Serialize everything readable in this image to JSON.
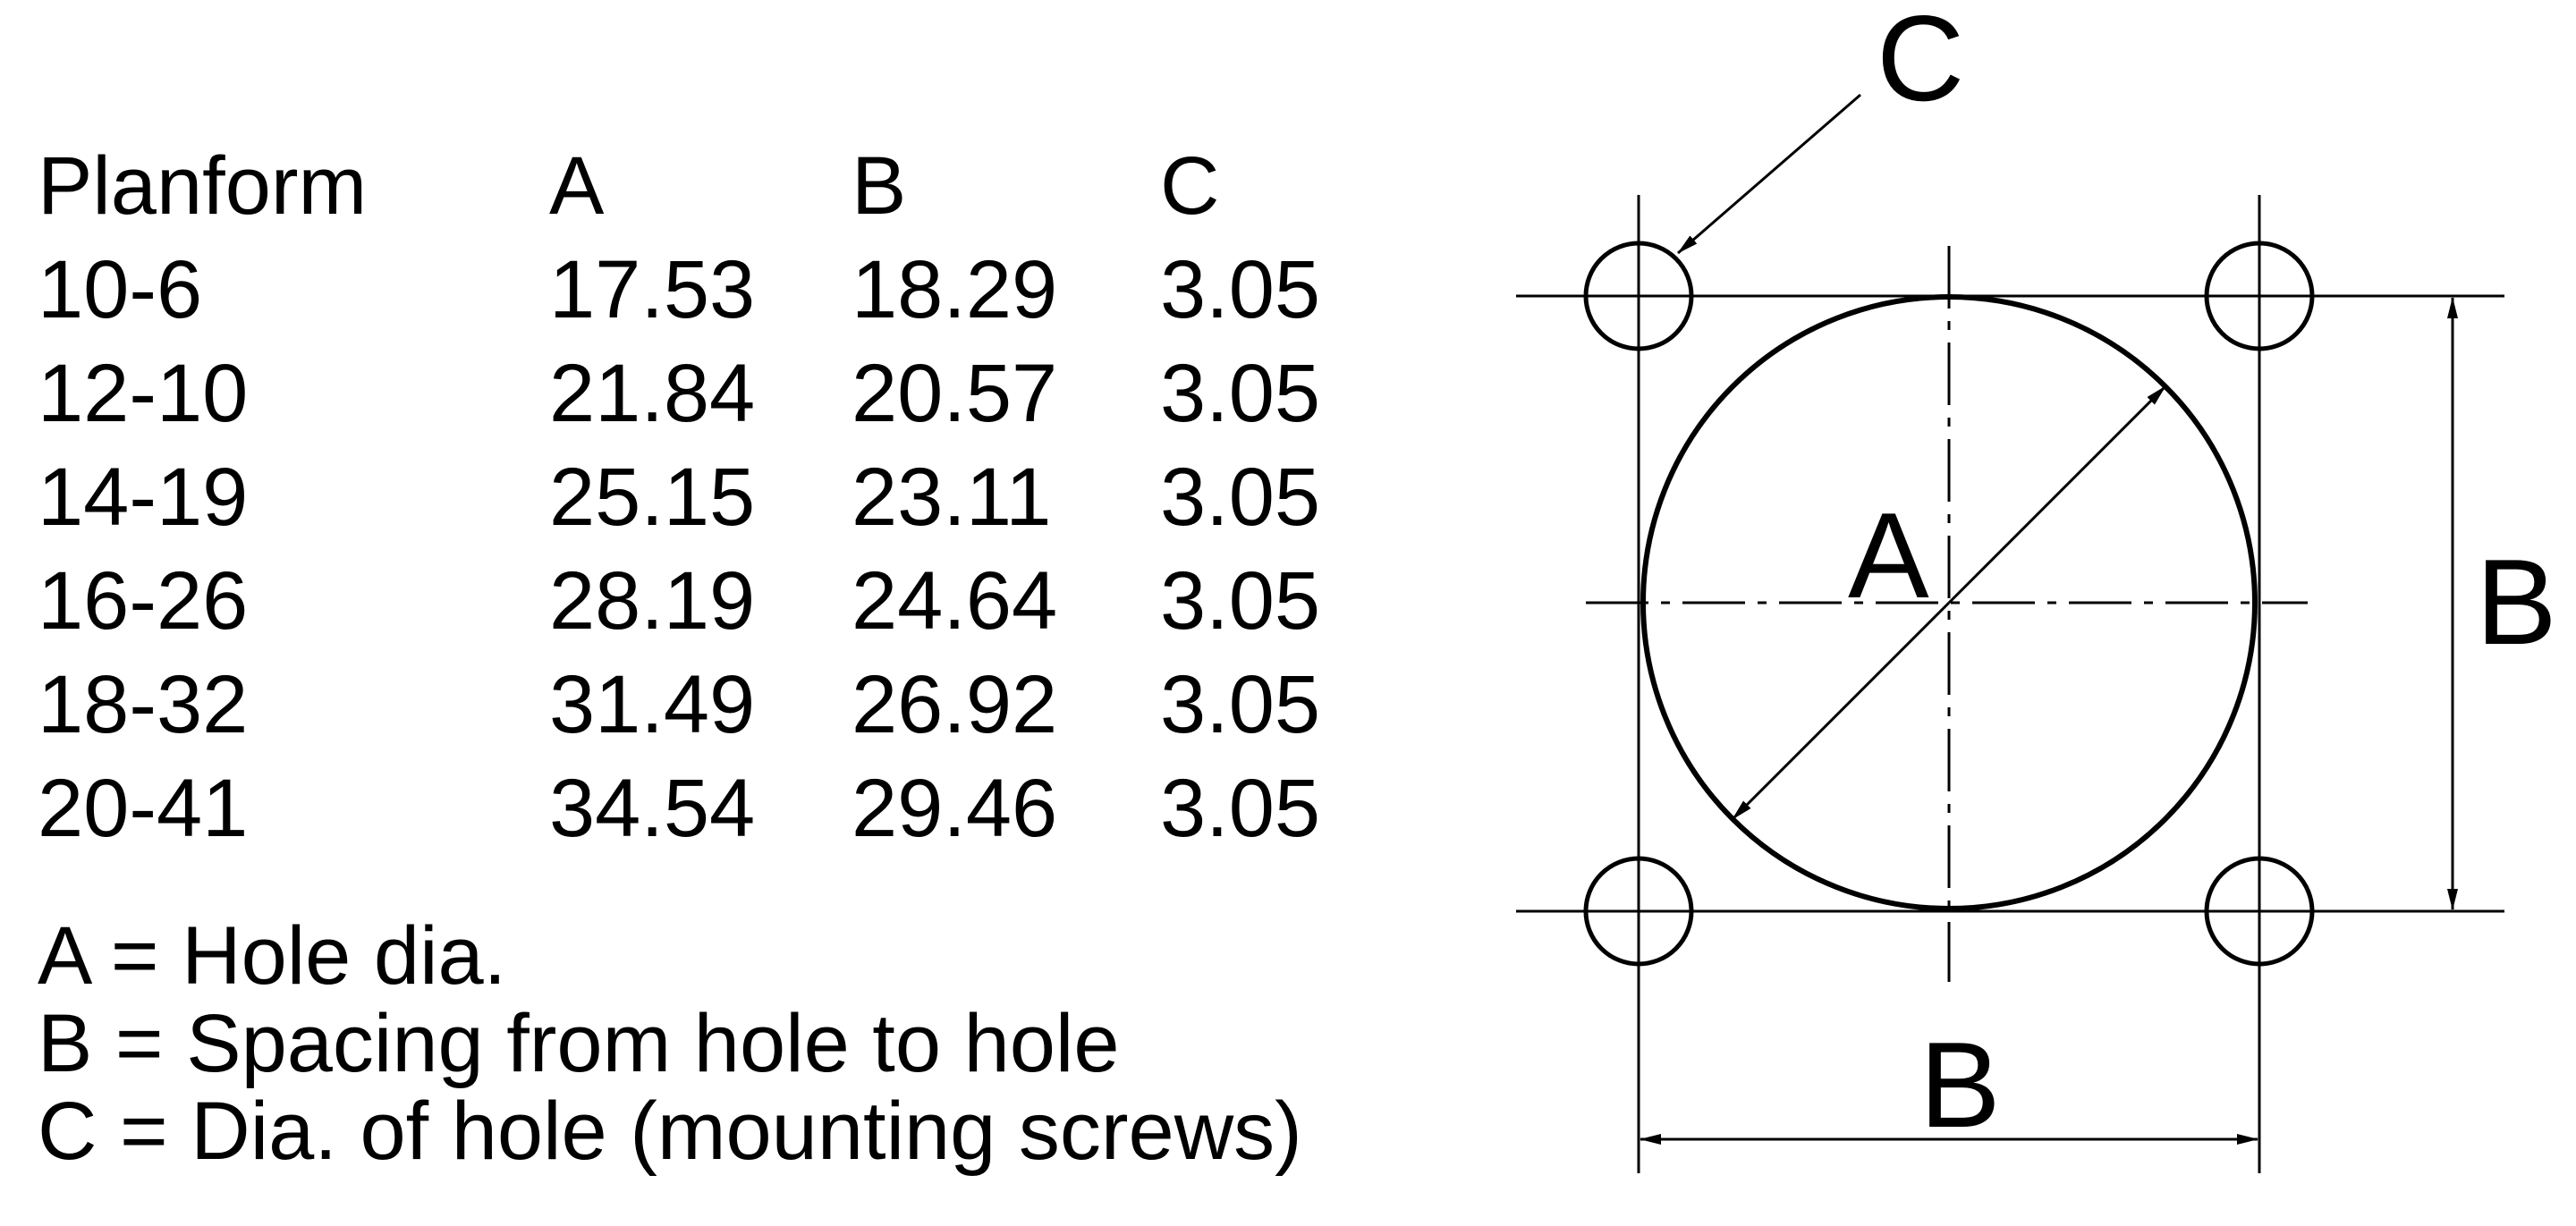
{
  "table": {
    "headers": [
      "Planform",
      "A",
      "B",
      "C"
    ],
    "rows": [
      [
        "10-6",
        "17.53",
        "18.29",
        "3.05"
      ],
      [
        "12-10",
        "21.84",
        "20.57",
        "3.05"
      ],
      [
        "14-19",
        "25.15",
        "23.11",
        "3.05"
      ],
      [
        "16-26",
        "28.19",
        "24.64",
        "3.05"
      ],
      [
        "18-32",
        "31.49",
        "26.92",
        "3.05"
      ],
      [
        "20-41",
        "34.54",
        "29.46",
        "3.05"
      ]
    ]
  },
  "legend": [
    "A = Hole dia.",
    "B = Spacing from hole to hole",
    "C = Dia. of hole (mounting screws)"
  ],
  "diagram": {
    "label_c": "C",
    "label_a": "A",
    "label_b_right": "B",
    "label_b_bottom": "B"
  }
}
